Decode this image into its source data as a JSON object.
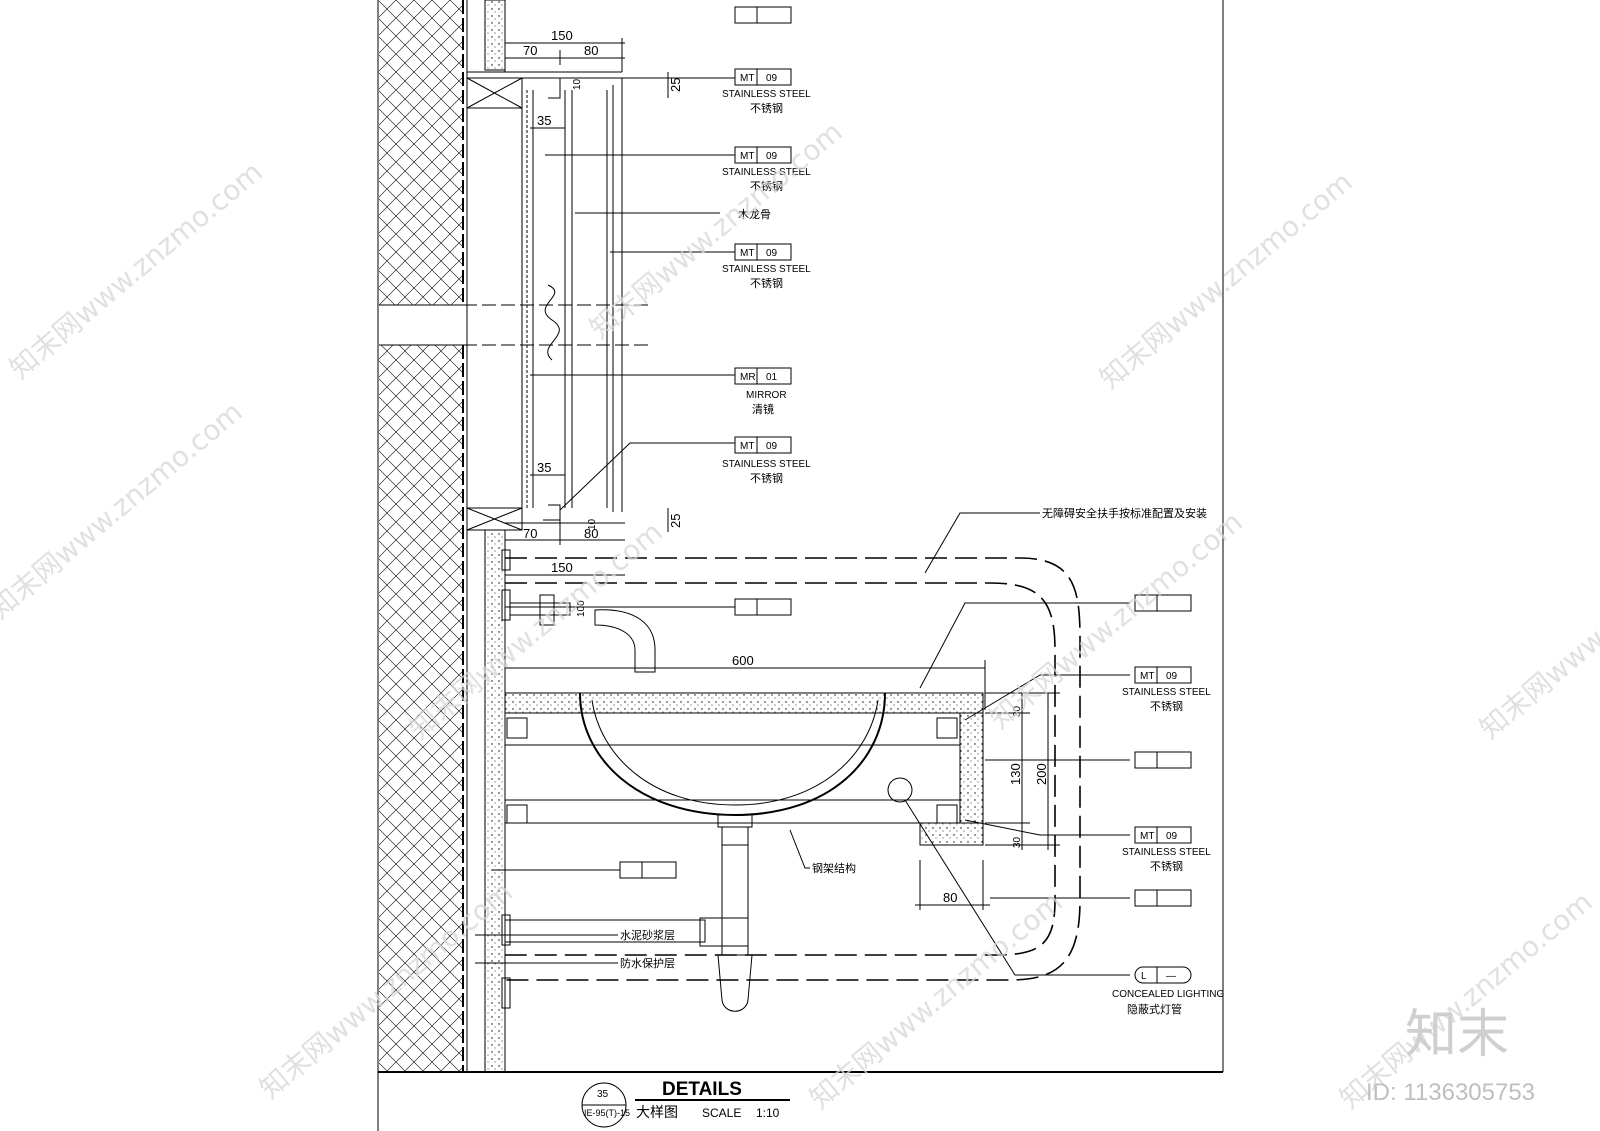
{
  "tags": {
    "mt_code": "MT",
    "mt_num": "09",
    "mr_code": "MR",
    "mr_num": "01",
    "light_code": "L",
    "light_num": "—"
  },
  "materials": {
    "stainless_en": "STAINLESS STEEL",
    "stainless_cn": "不锈钢",
    "mirror_en": "MIRROR",
    "mirror_cn": "清镜",
    "plywood_cn": "木龙骨",
    "lighting_en": "CONCEALED LIGHTING",
    "lighting_cn": "隐蔽式灯管"
  },
  "notes": {
    "grab_bar": "无障碍安全扶手按标准配置及安装",
    "steel_frame": "钢架结构",
    "cement_mortar": "水泥砂浆层",
    "waterproof": "防水保护层"
  },
  "dimensions": {
    "d150": "150",
    "d70": "70",
    "d80": "80",
    "d25": "25",
    "d35": "35",
    "d10": "10",
    "d100": "100",
    "d600": "600",
    "d30": "30",
    "d130": "130",
    "d200": "200"
  },
  "title_block": {
    "detail_no": "35",
    "sheet_ref": "IE-95(T)-15",
    "title": "DETAILS",
    "subtitle_cn": "大样图",
    "scale_label": "SCALE",
    "scale_value": "1:10"
  },
  "watermark": {
    "text": "知末网www.znzmo.com",
    "brand": "知末",
    "id": "ID: 1136305753"
  }
}
